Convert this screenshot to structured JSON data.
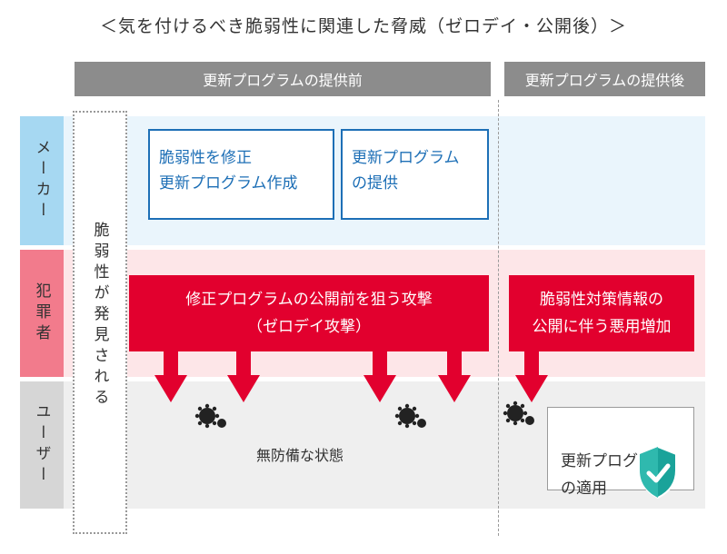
{
  "title": "＜気を付けるべき脆弱性に関連した脅威（ゼロデイ・公開後）＞",
  "phases": {
    "before": "更新プログラムの提供前",
    "after": "更新プログラムの提供後"
  },
  "rows": {
    "maker": "メーカー",
    "criminal": "犯罪者",
    "user": "ユーザー"
  },
  "discovery_label": "脆弱性が発見される",
  "maker_boxes": {
    "fix": "脆弱性を修正\n更新プログラム作成",
    "provide": "更新プログラム\nの提供"
  },
  "attacks": {
    "zero_day": "修正プログラムの公開前を狙う攻撃\n（ゼロデイ攻撃）",
    "post_disclosure": "脆弱性対策情報の\n公開に伴う悪用増加"
  },
  "user_state": "無防備な状態",
  "apply_update": "更新プログラム\nの適用",
  "colors": {
    "maker_band": "#eaf5fc",
    "maker_label": "#a6d8f2",
    "criminal_band": "#fde6e8",
    "criminal_label": "#f27b8c",
    "user_band": "#efefef",
    "user_label": "#d6d6d6",
    "attack_red": "#e2002e",
    "box_blue": "#1d6fb6",
    "shield": "#1aa39a"
  }
}
